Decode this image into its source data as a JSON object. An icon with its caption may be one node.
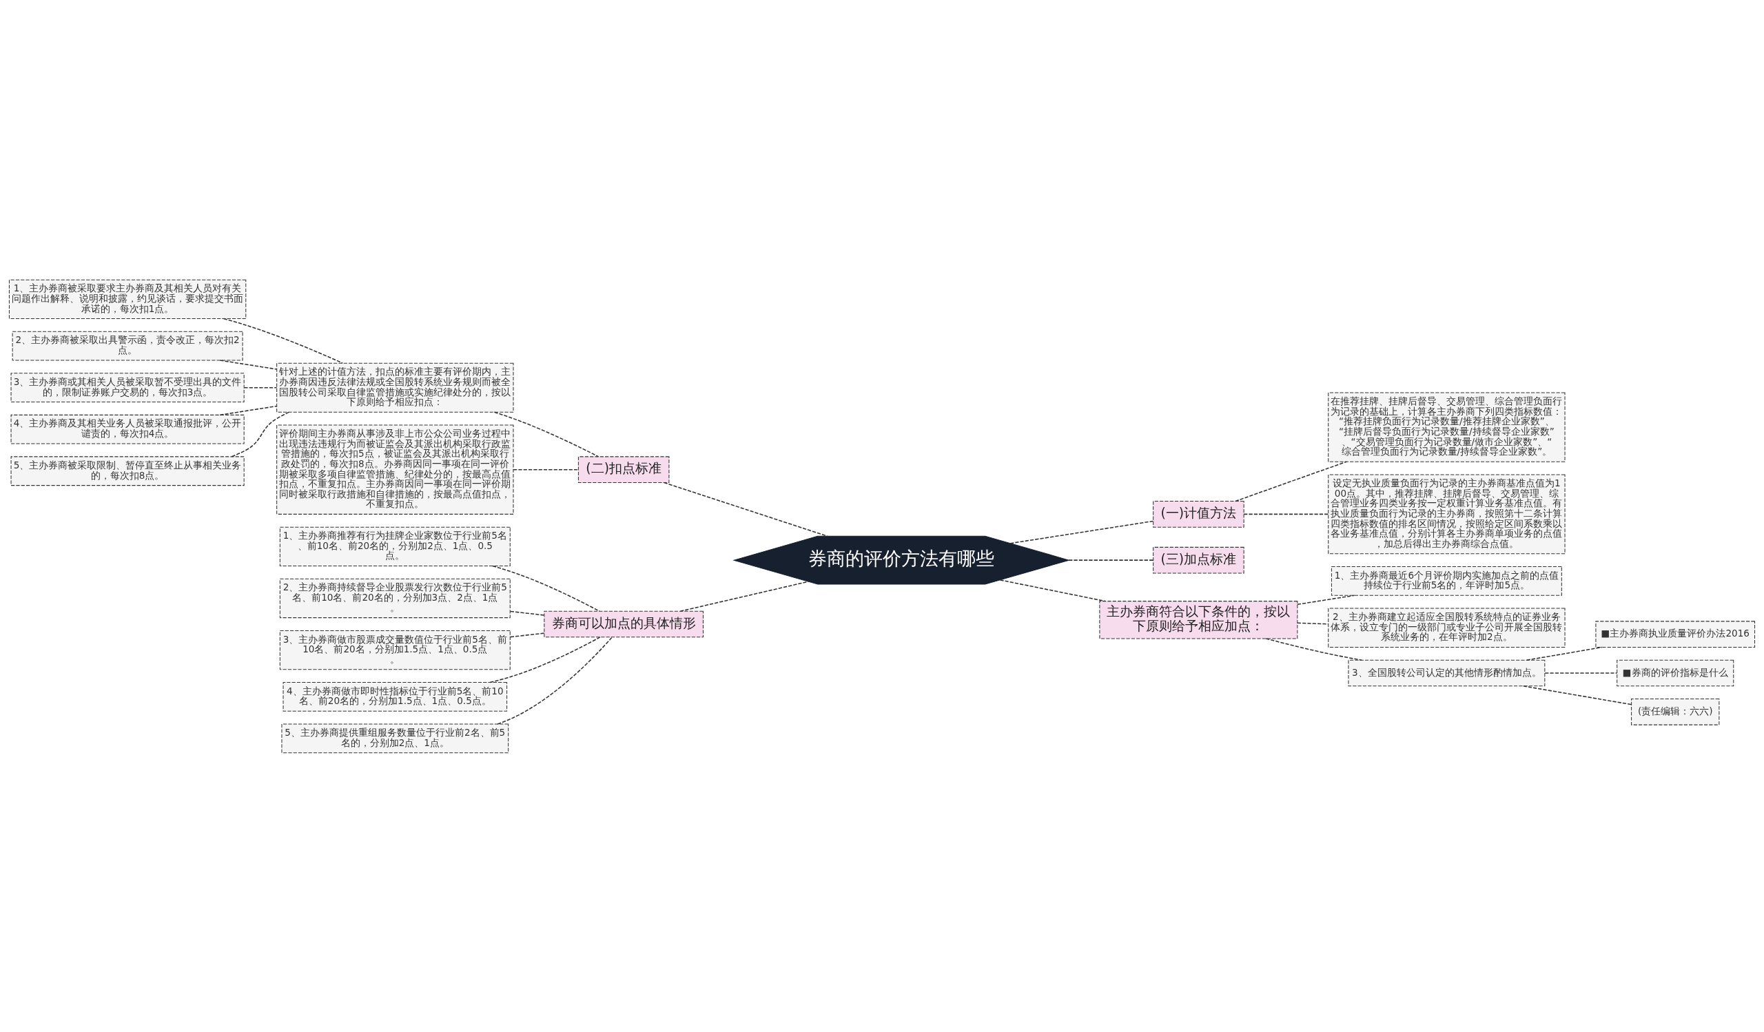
{
  "diagram": {
    "nodes": [
      {
        "text": [
          "券商的评价方法有哪些"
        ]
      },
      {
        "text": [
          "(二)扣点标准"
        ]
      },
      {
        "text": [
          "针对上述的计值方法，扣点的标准主要有评价期内，主办券商因违反法律法规或全国股转系统业务规则而被全国股转公司采取自律监管措施或实施纪律处分的，按以下原则给予相应扣点："
        ]
      },
      {
        "text": [
          "1、主办券商被采取要求主办券商及其相关人员对有关问题作出解释、说明和披露，约见谈话，要求提交书面承诺的，每次扣1点。"
        ]
      },
      {
        "text": [
          "2、主办券商被采取出具警示函，责令改正，每次扣2点。"
        ]
      },
      {
        "text": [
          "3、主办券商或其相关人员被采取暂不受理出具的文件的，限制证券账户交易的，每次扣3点。"
        ]
      },
      {
        "text": [
          "4、主办券商及其相关业务人员被采取通报批评，公开谴责的，每次扣4点。"
        ]
      },
      {
        "text": [
          "5、主办券商被采取限制、暂停直至终止从事相关业务的，每次扣8点。"
        ]
      },
      {
        "text": [
          "评价期间主办券商从事涉及非上市公众公司业务过程中出现违法违规行为而被证监会及其派出机构采取行政监管措施的，每次扣5点，被证监会及其派出机构采取行政处罚的，每次扣8点。办券商因同一事项在同一评价期被采取多项自律监管措施、纪律处分的，按最高点值扣点，不重复扣点。主办券商因同一事项在同一评价期同时被采取行政措施和自律措施的，按最高点值扣点，不重复扣点。"
        ]
      },
      {
        "text": [
          "券商可以加点的具体情形"
        ]
      },
      {
        "text": [
          "1、主办券商推荐有行为挂牌企业家数位于行业前5名、前10名、前20名的，分别加2点、1点、0.5点。"
        ]
      },
      {
        "text": [
          "2、主办券商持续督导企业股票发行次数位于行业前5名、前10名、前20名的，分别加3点、2点、1点。"
        ]
      },
      {
        "text": [
          "3、主办券商做市股票成交量数值位于行业前5名、前10名、前20名，分别加1.5点、1点、0.5点。"
        ]
      },
      {
        "text": [
          "4、主办券商做市即时性指标位于行业前5名、前10名、前20名的，分别加1.5点、1点、0.5点。"
        ]
      },
      {
        "text": [
          "5、主办券商提供重组服务数量位于行业前2名、前5名的，分别加2点、1点。"
        ]
      },
      {
        "text": [
          "(一)计值方法"
        ]
      },
      {
        "text": [
          "在推荐挂牌、挂牌后督导、交易管理、综合管理负面行为记录的基础上，计算各主办券商下列四类指标数值：“推荐挂牌负面行为记录数量/推荐挂牌企业家数”、“挂牌后督导负面行为记录数量/持续督导企业家数”、“交易管理负面行为记录数量/做市企业家数”、“综合管理负面行为记录数量/持续督导企业家数”。"
        ]
      },
      {
        "text": [
          "设定无执业质量负面行为记录的主办券商基准点值为100点。其中，推荐挂牌、挂牌后督导、交易管理、综合管理业务四类业务按一定权重计算业务基准点值。有执业质量负面行为记录的主办券商，按照第十二条计算四类指标数值的排名区间情况，按照给定区间系数乘以各业务基准点值，分别计算各主办券商单项业务的点值，加总后得出主办券商综合点值。"
        ]
      },
      {
        "text": [
          "(三)加点标准"
        ]
      },
      {
        "text": [
          "主办券商符合以下条件的，按以下原则给予相应加点："
        ]
      },
      {
        "text": [
          "1、主办券商最近6个月评价期内实施加点之前的点值持续位于行业前5名的，年评时加5点。"
        ]
      },
      {
        "text": [
          "2、主办券商建立起适应全国股转系统特点的证券业务体系，设立专门的一级部门或专业子公司开展全国股转系统业务的，在年评时加2点。"
        ]
      },
      {
        "text": [
          "3、全国股转公司认定的其他情形酌情加点。"
        ]
      },
      {
        "text": [
          "■主办券商执业质量评价办法2016"
        ]
      },
      {
        "text": [
          "■券商的评价指标是什么"
        ]
      },
      {
        "text": [
          "(责任编辑：六六)"
        ]
      }
    ],
    "edges": [
      {
        "from": 0,
        "to": 1,
        "arrow": "none",
        "style": "dashed"
      },
      {
        "from": 1,
        "to": 2,
        "arrow": "none",
        "style": "dashed"
      },
      {
        "from": 2,
        "to": 3,
        "arrow": "none",
        "style": "dashed"
      },
      {
        "from": 2,
        "to": 4,
        "arrow": "none",
        "style": "dashed"
      },
      {
        "from": 2,
        "to": 5,
        "arrow": "none",
        "style": "dashed"
      },
      {
        "from": 2,
        "to": 6,
        "arrow": "none",
        "style": "dashed"
      },
      {
        "from": 2,
        "to": 7,
        "arrow": "none",
        "style": "dashed"
      },
      {
        "from": 1,
        "to": 8,
        "arrow": "none",
        "style": "dashed"
      },
      {
        "from": 0,
        "to": 9,
        "arrow": "none",
        "style": "dashed"
      },
      {
        "from": 9,
        "to": 10,
        "arrow": "none",
        "style": "dashed"
      },
      {
        "from": 9,
        "to": 11,
        "arrow": "none",
        "style": "dashed"
      },
      {
        "from": 9,
        "to": 12,
        "arrow": "none",
        "style": "dashed"
      },
      {
        "from": 9,
        "to": 13,
        "arrow": "none",
        "style": "dashed"
      },
      {
        "from": 9,
        "to": 14,
        "arrow": "none",
        "style": "dashed"
      },
      {
        "from": 0,
        "to": 15,
        "arrow": "none",
        "style": "dashed"
      },
      {
        "from": 15,
        "to": 16,
        "arrow": "none",
        "style": "dashed"
      },
      {
        "from": 15,
        "to": 17,
        "arrow": "none",
        "style": "dashed"
      },
      {
        "from": 0,
        "to": 18,
        "arrow": "none",
        "style": "dashed"
      },
      {
        "from": 0,
        "to": 19,
        "arrow": "none",
        "style": "dashed"
      },
      {
        "from": 19,
        "to": 20,
        "arrow": "none",
        "style": "dashed"
      },
      {
        "from": 19,
        "to": 21,
        "arrow": "none",
        "style": "dashed"
      },
      {
        "from": 19,
        "to": 22,
        "arrow": "none",
        "style": "dashed"
      },
      {
        "from": 22,
        "to": 23,
        "arrow": "none",
        "style": "dashed"
      },
      {
        "from": 22,
        "to": 24,
        "arrow": "none",
        "style": "dashed"
      },
      {
        "from": 22,
        "to": 25,
        "arrow": "none",
        "style": "dashed"
      }
    ]
  }
}
